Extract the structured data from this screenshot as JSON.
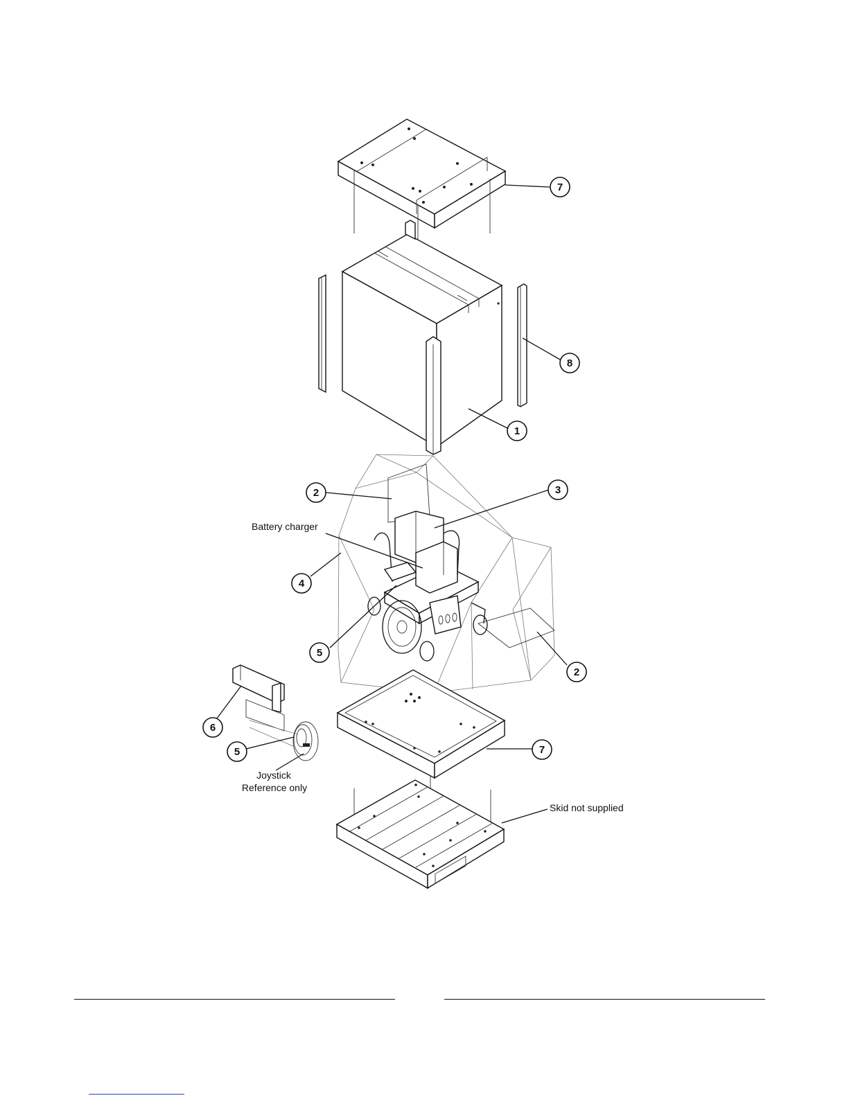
{
  "callouts": {
    "c1": "1",
    "c2a": "2",
    "c2b": "2",
    "c3": "3",
    "c4": "4",
    "c5a": "5",
    "c5b": "5",
    "c6": "6",
    "c7a": "7",
    "c7b": "7",
    "c8": "8"
  },
  "labels": {
    "battery_charger": "Battery charger",
    "joystick": "Joystick",
    "reference_only": "Reference only",
    "skid": "Skid not supplied"
  }
}
